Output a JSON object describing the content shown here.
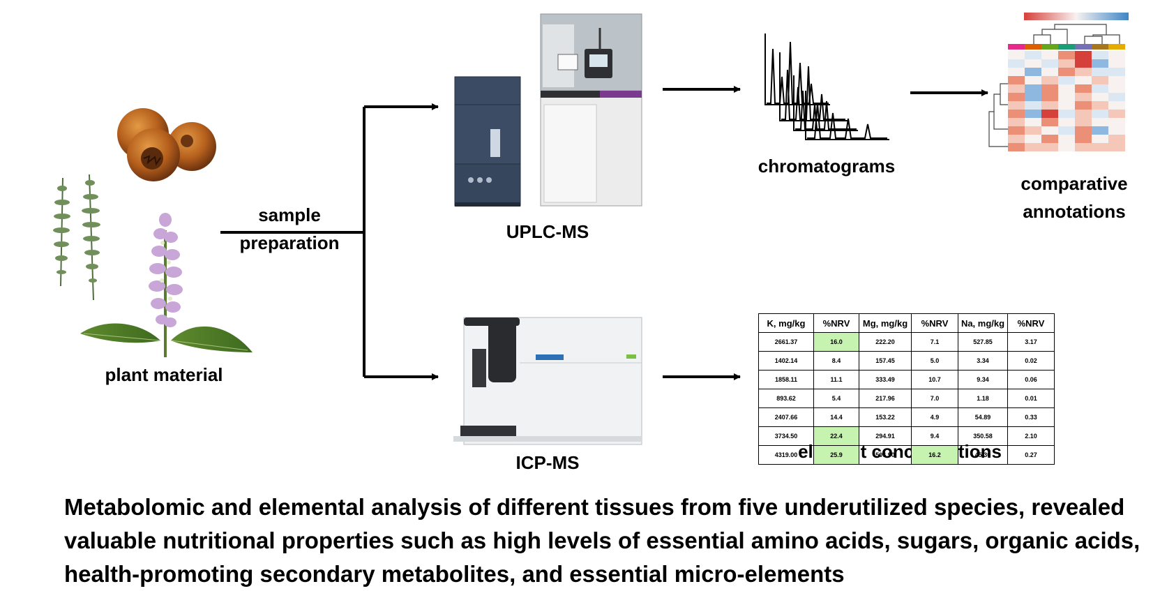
{
  "labels": {
    "plant_material": "plant material",
    "sample_prep_line1": "sample",
    "sample_prep_line2": "preparation",
    "uplc_ms": "UPLC-MS",
    "icp_ms": "ICP-MS",
    "chromatograms": "chromatograms",
    "comparative_line1": "comparative",
    "comparative_line2": "annotations",
    "element_concentrations": "element concentrations"
  },
  "summary": {
    "line1": "Metabolomic and elemental analysis of different tissues from five underutilized species, revealed",
    "line2": "valuable nutritional properties such as high levels of essential amino acids, sugars, organic acids,",
    "line3": "health-promoting secondary metabolites, and essential micro-elements"
  },
  "element_table": {
    "headers": [
      "K, mg/kg",
      "%NRV",
      "Mg, mg/kg",
      "%NRV",
      "Na, mg/kg",
      "%NRV"
    ],
    "rows": [
      [
        "2661.37",
        "16.0",
        "222.20",
        "7.1",
        "527.85",
        "3.17"
      ],
      [
        "1402.14",
        "8.4",
        "157.45",
        "5.0",
        "3.34",
        "0.02"
      ],
      [
        "1858.11",
        "11.1",
        "333.49",
        "10.7",
        "9.34",
        "0.06"
      ],
      [
        "893.62",
        "5.4",
        "217.96",
        "7.0",
        "1.18",
        "0.01"
      ],
      [
        "2407.66",
        "14.4",
        "153.22",
        "4.9",
        "54.89",
        "0.33"
      ],
      [
        "3734.50",
        "22.4",
        "294.91",
        "9.4",
        "350.58",
        "2.10"
      ],
      [
        "4319.00",
        "25.9",
        "506.90",
        "16.2",
        "45.30",
        "0.27"
      ]
    ],
    "highlight_color": "#c7f3b0"
  },
  "colors": {
    "heatmap_high": "#d6403a",
    "heatmap_low": "#3d85c6",
    "arrow": "#000000"
  }
}
